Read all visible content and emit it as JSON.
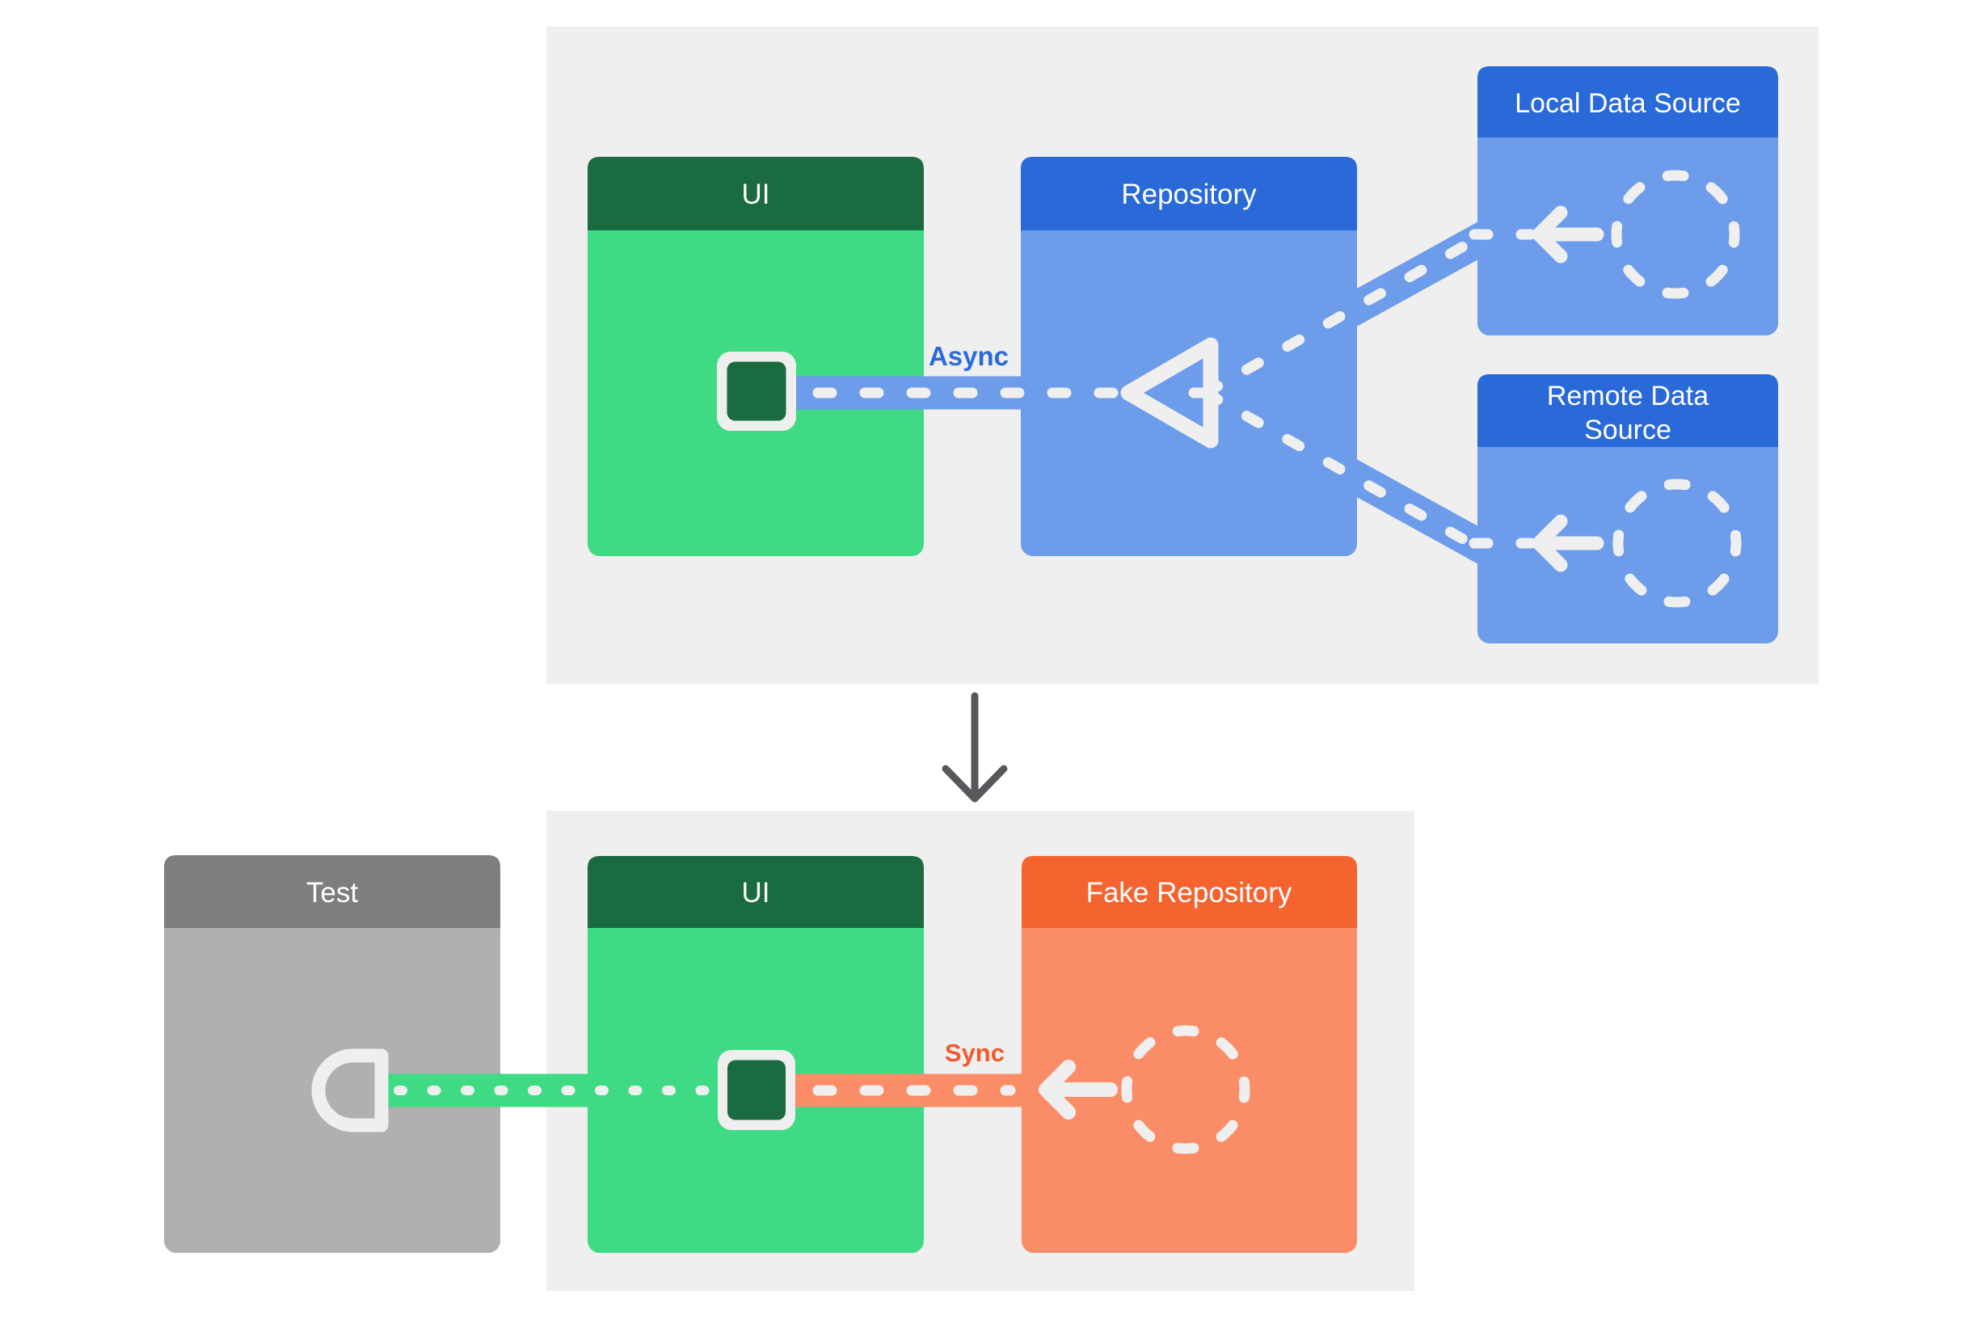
{
  "production_flow": {
    "description": "production data flow panel",
    "ui_box": {
      "title": "UI"
    },
    "repository_box": {
      "title": "Repository"
    },
    "local_data_source_box": {
      "title": "Local Data Source"
    },
    "remote_data_source_box": {
      "title_line1": "Remote Data",
      "title_line2": "Source"
    },
    "flow_label": "Async"
  },
  "test_flow": {
    "description": "test setup panel",
    "test_box": {
      "title": "Test"
    },
    "ui_box": {
      "title": "UI"
    },
    "fake_repository_box": {
      "title": "Fake Repository"
    },
    "flow_label": "Sync"
  },
  "icons": {
    "dashed-circle-icon": "dashed circle placeholder for data source / fake repository",
    "arrow-left-icon": "white arrow pointing left (data flowing toward UI)",
    "flow-arrowhead-triangle-icon": "hollow triangle merge arrowhead pointing left inside Repository",
    "ui-state-square-icon": "dark green rounded square with white border on UI box",
    "test-socket-icon": "white half-round socket/plug shape inside Test box",
    "down-arrow-icon": "dark gray arrow pointing down between the two panels"
  },
  "colors": {
    "page_background": "#FFFFFF",
    "panel_gray": "#EFEFEF",
    "ink_white": "#EFEFEF",
    "green_header": "#1B6B40",
    "green_body": "#3EDA84",
    "blue_header": "#2969D8",
    "blue_body": "#6D9CEA",
    "orange_header": "#F5632F",
    "orange_body": "#FA8D68",
    "gray_header": "#7E7E7E",
    "gray_body": "#B0B0B0",
    "async_label": "#2A6BDB",
    "sync_label": "#F4582F",
    "down_arrow": "#57585B"
  }
}
